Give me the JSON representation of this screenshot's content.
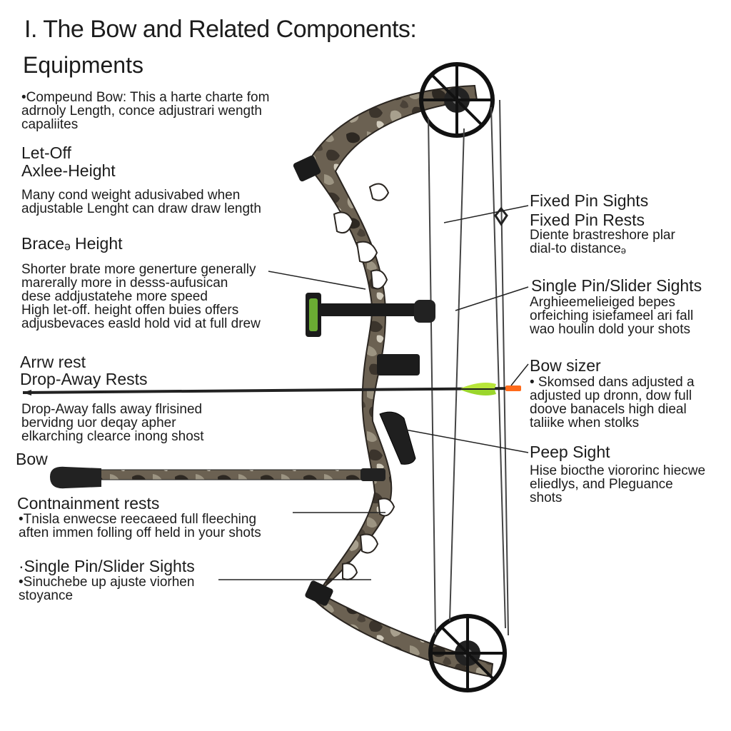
{
  "title": "I.  The Bow and Related Components:",
  "left": {
    "equipments": "Equipments",
    "compound_lines": [
      "•Compeund Bow: This a harte charte fom",
      "adrnoly Length, conce adjustrari wength",
      "capaliites"
    ],
    "let_off": "Let-Off",
    "axle_height": "Axlee-Height",
    "axle_lines": [
      "Many cond weight adusivabed when",
      "adjustable Lenght can draw draw length"
    ],
    "brace_height": "Braceₔ Height",
    "brace_lines": [
      "Shorter brate more generture generally",
      "marerally more in desss-aufusican",
      "dese addjustatehe more speed",
      "High let-off. height offen buies offers",
      "adjusbevaces easld hold vid at full drew"
    ],
    "arrow_rest": "Arrw rest",
    "drop_away": "Drop-Away Rests",
    "drop_lines": [
      "Drop-Away falls away flrisined",
      "bervidng uor deqay  apher",
      "elkarching clearce inong shost"
    ],
    "bow": "Bow",
    "containment": "Contnainment rests",
    "containment_lines": [
      "•Tnisla enwecse reecaeed full fleeching",
      "aften immen folling off held in your shots"
    ],
    "single_pin": "·Single Pin/Slider Sights",
    "single_pin_lines": [
      "•Sinuchebe up ajuste viorhen",
      "stoyance"
    ]
  },
  "right": {
    "fixed_sights": "Fixed Pin Sights",
    "fixed_rests": "Fixed Pin Rests",
    "fixed_lines": [
      "Diente brastreshore plar",
      "dial-to distanceₔ"
    ],
    "single_pin": "Single Pin/Slider Sights",
    "single_lines": [
      "Arghieemelieiged bepes",
      "orfeiching isiefameel ari fall",
      "wao houlin dold your shots"
    ],
    "bow_sizer": "Bow sizer",
    "sizer_lines": [
      "• Skomsed dans adjusted a",
      "adjusted up dronn, dow full",
      "doove banacels high dieal",
      "taliike when stolks"
    ],
    "peep_sight": "Peep Sight",
    "peep_lines": [
      "Hise biocthe viororinc hiecwe",
      "eliedlys, and Pleguance",
      "shots"
    ]
  },
  "colors": {
    "text": "#1c1c1c",
    "camo_base": "#6b6152",
    "camo_dark": "#2d2822",
    "string": "#444444",
    "fletch": "#b8e63a",
    "nock": "#ff6a1a",
    "sight_ring": "#7fd13a"
  }
}
